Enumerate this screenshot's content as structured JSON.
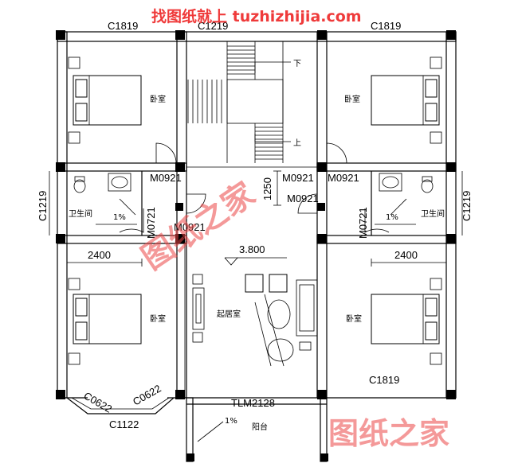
{
  "watermark": {
    "banner": "找图纸就上 tuzhizhijia.com",
    "stamp_center": "图纸之家",
    "stamp_bottom": "图纸之家",
    "color": "#ee2b2b"
  },
  "rooms": {
    "bedroom": "卧室",
    "bathroom": "卫生间",
    "living": "起居室",
    "balcony": "阳台",
    "stair_up": "上",
    "stair_down": "下"
  },
  "elevation": "3.800",
  "slope": "1%",
  "labels": {
    "window_c1819": "C1819",
    "window_c1219": "C1219",
    "window_c0622": "C0622",
    "window_c1122": "C1122",
    "door_m0921": "M0921",
    "door_m0721": "M0721",
    "door_tlm2128": "TLM2128",
    "dim_2400": "2400",
    "dim_1250": "1250",
    "partial_top": "C1219",
    "partial_top2": "C1219"
  }
}
